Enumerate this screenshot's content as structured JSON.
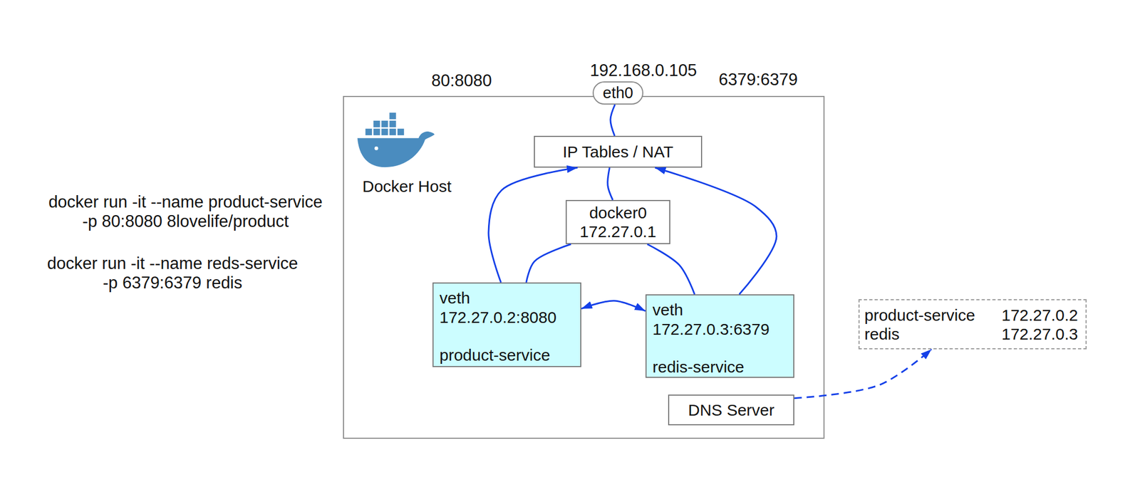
{
  "diagram": {
    "nodes": [
      {
        "text": [
          "eth0"
        ]
      },
      {
        "text": [
          "Docker Host"
        ]
      },
      {
        "text": [
          "IP Tables / NAT"
        ],
        "in": 1
      },
      {
        "text": [
          "docker0",
          "172.27.0.1"
        ],
        "in": 1
      },
      {
        "text": [
          "veth",
          "172.27.0.2:8080",
          "product-service"
        ],
        "in": 1
      },
      {
        "text": [
          "veth",
          "172.27.0.3:6379",
          "redis-service"
        ],
        "in": 1
      },
      {
        "text": [
          "DNS Server"
        ],
        "in": 1
      },
      {
        "text": [
          "product-service",
          "172.27.0.2",
          "redis",
          "172.27.0.3"
        ]
      }
    ],
    "edges": [
      {
        "from": 0,
        "to": 2,
        "arrow": "none"
      },
      {
        "from": 2,
        "to": 3,
        "arrow": "none"
      },
      {
        "from": 3,
        "to": 4,
        "arrow": "none"
      },
      {
        "from": 3,
        "to": 5,
        "arrow": "none"
      },
      {
        "from": 4,
        "to": 2,
        "arrow": "to"
      },
      {
        "from": 5,
        "to": 2,
        "arrow": "to"
      },
      {
        "from": 4,
        "to": 5,
        "arrow": "both"
      },
      {
        "from": 6,
        "to": 7,
        "arrow": "to"
      }
    ],
    "labels": [
      "192.168.0.105",
      "80:8080",
      "6379:6379",
      "docker run -it --name product-service -p 80:8080 8lovelife/product",
      "docker run -it --name reds-service -p 6379:6379 redis"
    ]
  }
}
